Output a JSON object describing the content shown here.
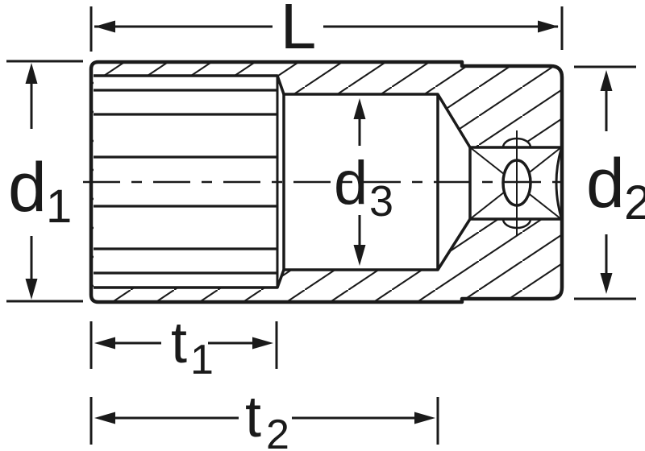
{
  "drawing": {
    "description": "Technical cross-section dimension drawing of a deep 12-point socket with square drive",
    "background_color": "#ffffff",
    "line_color": "#1a1a1a",
    "labels": {
      "length": {
        "main": "L",
        "sub": ""
      },
      "d1": {
        "main": "d",
        "sub": "1"
      },
      "d2": {
        "main": "d",
        "sub": "2"
      },
      "d3": {
        "main": "d",
        "sub": "3"
      },
      "t1": {
        "main": "t",
        "sub": "1"
      },
      "t2": {
        "main": "t",
        "sub": "2"
      }
    }
  }
}
